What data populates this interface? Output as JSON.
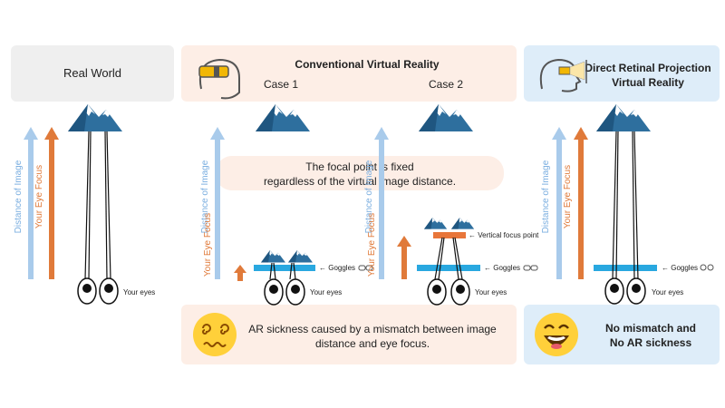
{
  "headers": {
    "real_world": "Real World",
    "conventional": "Conventional Virtual Reality",
    "case1": "Case 1",
    "case2": "Case 2",
    "direct_line1": "Direct Retinal Projection",
    "direct_line2": "Virtual Reality"
  },
  "labels": {
    "distance_of_image": "Distance of Image",
    "your_eye_focus": "Your Eye Focus",
    "your_eyes": "Your eyes",
    "goggles": "← Goggles",
    "vertical_focus_point": "← Vertical focus point"
  },
  "callout": {
    "line1": "The focal point is fixed",
    "line2": "regardless of the virtual image distance."
  },
  "bottom": {
    "ar_sickness_line1": "AR sickness caused by a mismatch between image",
    "ar_sickness_line2": "distance and eye focus.",
    "no_mismatch_line1": "No mismatch and",
    "no_mismatch_line2": "No AR sickness"
  },
  "colors": {
    "blue_arrow": "#a9cbeb",
    "orange_arrow": "#e07a3a",
    "goggles_bar": "#29a8e0",
    "focus_bar": "#e8763a",
    "mountain": "#2e6f9e",
    "emoji": "#ffd03a"
  },
  "icons": [
    "vr-headset-icon",
    "head-projection-icon",
    "goggles-icon",
    "dizzy-face-icon",
    "smiling-face-icon",
    "mountain-icon",
    "eye-icon"
  ]
}
